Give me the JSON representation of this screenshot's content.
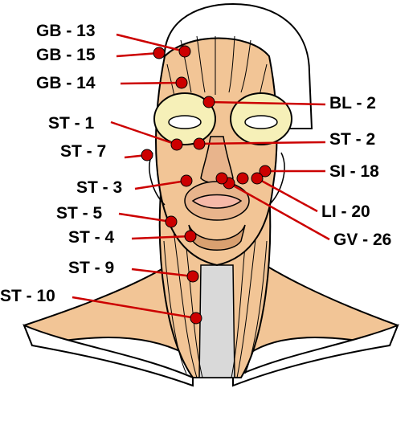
{
  "colors": {
    "muscle": "#f2c596",
    "muscle_dark": "#d9a070",
    "outline": "#000000",
    "point": "#cc0000",
    "arrow": "#cc0000",
    "skull": "#ffffff",
    "eye_ring": "#f6f0b8",
    "cartilage": "#d9d9d9"
  },
  "points": [
    {
      "id": "GB-13",
      "label": "GB - 13"
    },
    {
      "id": "GB-15",
      "label": "GB - 15"
    },
    {
      "id": "GB-14",
      "label": "GB - 14"
    },
    {
      "id": "BL-2",
      "label": "BL - 2"
    },
    {
      "id": "ST-1",
      "label": "ST - 1"
    },
    {
      "id": "ST-2",
      "label": "ST - 2"
    },
    {
      "id": "ST-7",
      "label": "ST - 7"
    },
    {
      "id": "SI-18",
      "label": "SI - 18"
    },
    {
      "id": "ST-3",
      "label": "ST - 3"
    },
    {
      "id": "LI-20",
      "label": "LI - 20"
    },
    {
      "id": "ST-5",
      "label": "ST - 5"
    },
    {
      "id": "GV-26",
      "label": "GV - 26"
    },
    {
      "id": "ST-4",
      "label": "ST - 4"
    },
    {
      "id": "ST-9",
      "label": "ST - 9"
    },
    {
      "id": "ST-10",
      "label": "ST - 10"
    }
  ]
}
